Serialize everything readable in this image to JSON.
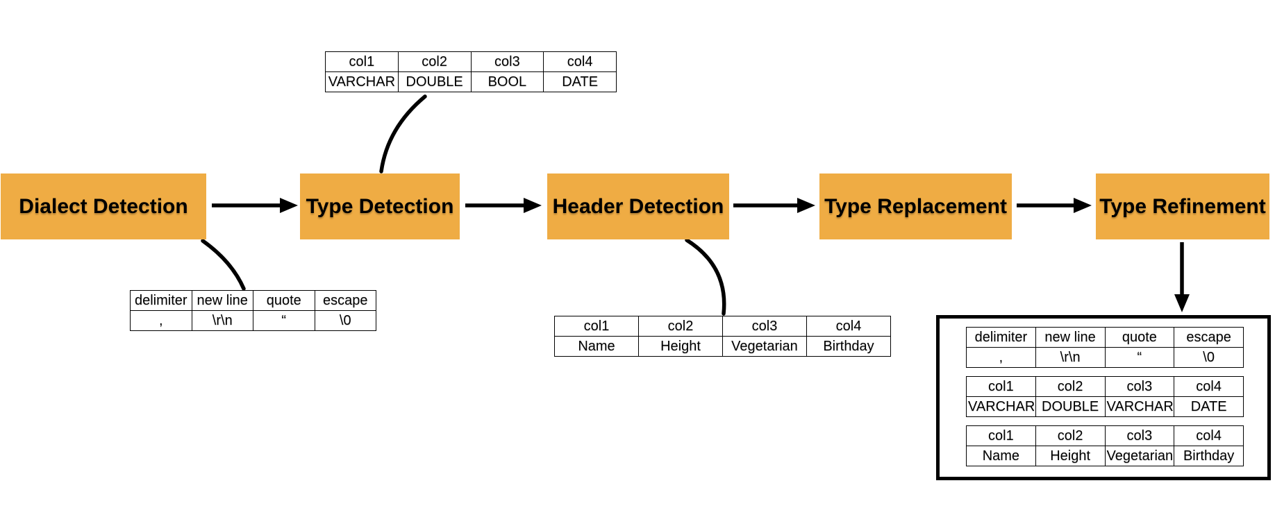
{
  "colors": {
    "accent": "#EFAC44",
    "line": "#000000"
  },
  "pipeline": {
    "steps": [
      {
        "label": "Dialect Detection"
      },
      {
        "label": "Type Detection"
      },
      {
        "label": "Header Detection"
      },
      {
        "label": "Type Replacement"
      },
      {
        "label": "Type Refinement"
      }
    ]
  },
  "tables": {
    "type_output": {
      "headers": [
        "col1",
        "col2",
        "col3",
        "col4"
      ],
      "values": [
        "VARCHAR",
        "DOUBLE",
        "BOOL",
        "DATE"
      ]
    },
    "dialect_output": {
      "headers": [
        "delimiter",
        "new line",
        "quote",
        "escape"
      ],
      "values": [
        ",",
        "\\r\\n",
        "“",
        "\\0"
      ]
    },
    "header_output": {
      "headers": [
        "col1",
        "col2",
        "col3",
        "col4"
      ],
      "values": [
        "Name",
        "Height",
        "Vegetarian",
        "Birthday"
      ]
    }
  },
  "result_panel": {
    "dialect": {
      "headers": [
        "delimiter",
        "new line",
        "quote",
        "escape"
      ],
      "values": [
        ",",
        "\\r\\n",
        "“",
        "\\0"
      ]
    },
    "types": {
      "headers": [
        "col1",
        "col2",
        "col3",
        "col4"
      ],
      "values": [
        "VARCHAR",
        "DOUBLE",
        "VARCHAR",
        "DATE"
      ]
    },
    "columns": {
      "headers": [
        "col1",
        "col2",
        "col3",
        "col4"
      ],
      "values": [
        "Name",
        "Height",
        "Vegetarian",
        "Birthday"
      ]
    }
  }
}
